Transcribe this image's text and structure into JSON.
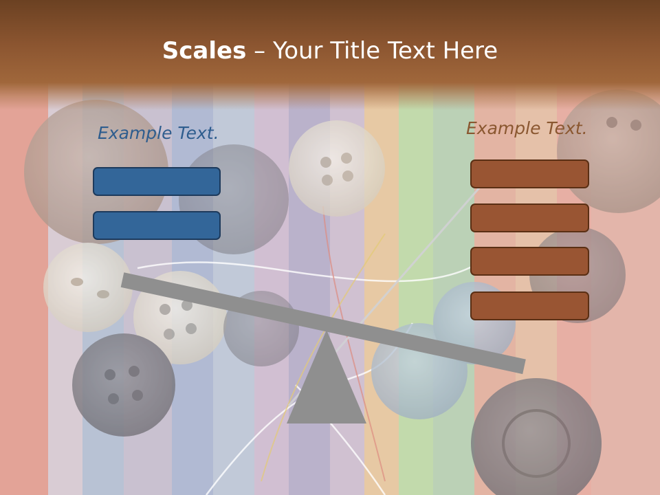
{
  "slide": {
    "title_bold": "Scales",
    "title_rest": " – Your Title Text Here",
    "left_label": "Example Text.",
    "right_label": "Example Text."
  },
  "colors": {
    "title_bar": "#8b5530",
    "left_label": "#2e5d8e",
    "right_label": "#8a5730",
    "blue_box": "#336699",
    "brown_box": "#995533",
    "beam": "#8f8f8f",
    "fulcrum": "#8f8f8f"
  },
  "left_boxes": [
    {
      "fill": "#336699"
    },
    {
      "fill": "#336699"
    }
  ],
  "right_boxes": [
    {
      "fill": "#995533"
    },
    {
      "fill": "#995533"
    },
    {
      "fill": "#995533"
    },
    {
      "fill": "#995533"
    }
  ],
  "background": {
    "description_icon": "buttons-and-threads-photo"
  }
}
